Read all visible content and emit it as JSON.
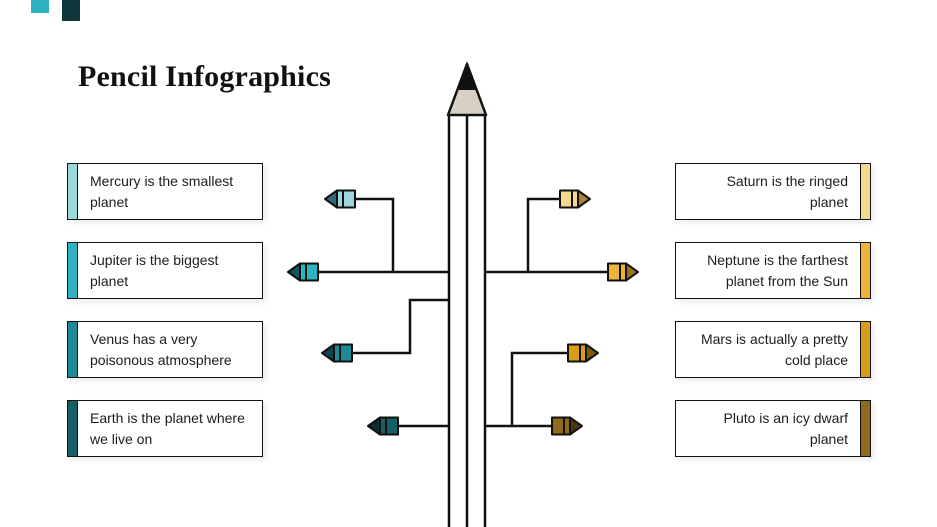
{
  "title": "Pencil Infographics",
  "decor": {
    "bar1_color": "#2EB1C0",
    "bar2_color": "#10363B"
  },
  "pencil": {
    "tip_color": "#111111",
    "wood_color": "#D9D0C5"
  },
  "left_items": [
    {
      "text": "Mercury is the smallest planet",
      "accent": "#9BD7DC",
      "tip": "#2E6B74"
    },
    {
      "text": "Jupiter is the biggest planet",
      "accent": "#2EB1C0",
      "tip": "#13555D"
    },
    {
      "text": "Venus has a very poisonous atmosphere",
      "accent": "#1E8A96",
      "tip": "#0C474E"
    },
    {
      "text": "Earth is the planet where we live on",
      "accent": "#166065",
      "tip": "#073032"
    }
  ],
  "right_items": [
    {
      "text": "Saturn is the ringed planet",
      "accent": "#F4D88E",
      "tip": "#A98430"
    },
    {
      "text": "Neptune is the farthest planet from the Sun",
      "accent": "#ECB43B",
      "tip": "#9A7211"
    },
    {
      "text": "Mars is actually a pretty cold place",
      "accent": "#D79C18",
      "tip": "#7F5B08"
    },
    {
      "text": "Pluto is an icy dwarf planet",
      "accent": "#8E6A1B",
      "tip": "#4B380B"
    }
  ]
}
